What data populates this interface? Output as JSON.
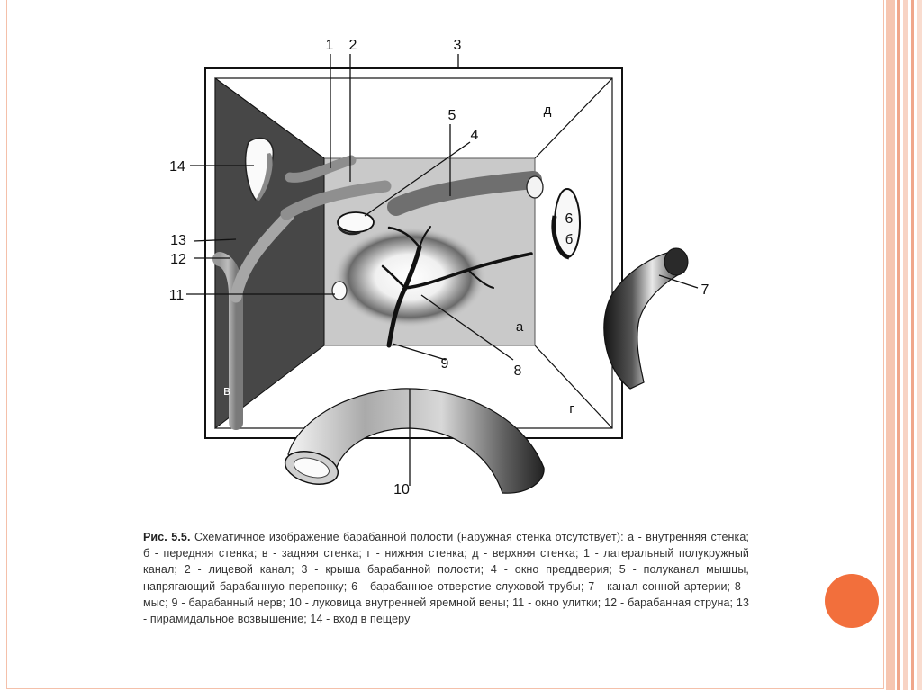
{
  "colors": {
    "accent_orb": "#f26f3c",
    "side_stripes": [
      "#f6c6b1",
      "#f0a78b",
      "#f8d3c4"
    ],
    "back_wall": "#c9c9c9",
    "posterior_wall": "#474747"
  },
  "labels": {
    "n1": "1",
    "n2": "2",
    "n3": "3",
    "n4": "4",
    "n5": "5",
    "n6": "6",
    "n7": "7",
    "n8": "8",
    "n9": "9",
    "n10": "10",
    "n11": "11",
    "n12": "12",
    "n13": "13",
    "n14": "14",
    "a": "а",
    "b": "б",
    "v": "в",
    "g": "г",
    "d": "д"
  },
  "caption": {
    "lead": "Рис. 5.5.",
    "text": " Схематичное изображение барабанной полости (наружная стенка отсутствует): а - внутренняя стенка; б - передняя стенка; в - задняя стенка; г - нижняя стенка; д - верхняя стенка; 1 - латеральный полукружный канал; 2 - лицевой канал; 3 - крыша барабанной полости; 4 - окно преддверия; 5 - полуканал мышцы, напрягающий барабанную перепонку; 6 - барабанное отверстие слуховой трубы; 7 - канал сонной артерии; 8 - мыс; 9 - барабанный нерв; 10 - луковица внутренней яремной вены; 11 - окно улитки; 12 - барабанная струна; 13 - пирамидальное возвышение; 14 - вход в пещеру"
  }
}
